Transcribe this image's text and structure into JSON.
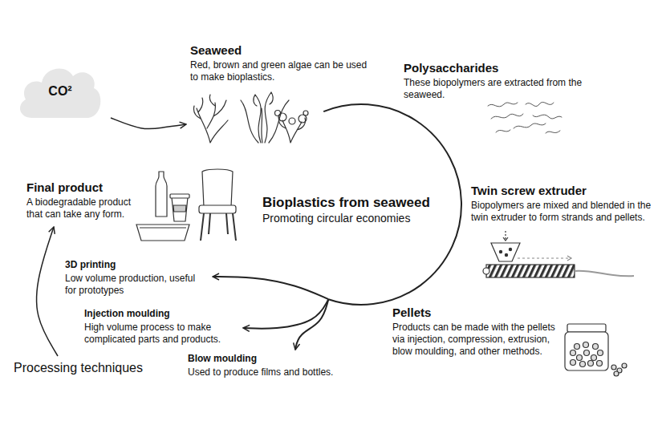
{
  "diagram": {
    "nodes": [
      {
        "text": [
          "CO²"
        ]
      },
      {
        "text": [
          "Seaweed",
          "Red, brown and green algae can be used to make bioplastics."
        ]
      },
      {
        "text": [
          "Polysaccharides",
          "These biopolymers are extracted from the seaweed."
        ]
      },
      {
        "text": [
          "Final product",
          "A biodegradable product that can take any form."
        ]
      },
      {
        "text": [
          "Bioplastics from seaweed",
          "Promoting circular economies"
        ]
      },
      {
        "text": [
          "Twin screw extruder",
          "Biopolymers are mixed and blended in the twin extruder to form strands and pellets."
        ]
      },
      {
        "text": [
          "3D printing",
          "Low volume production, useful for prototypes"
        ]
      },
      {
        "text": [
          "Injection moulding",
          "High volume process to make complicated parts and products."
        ]
      },
      {
        "text": [
          "Pellets",
          "Products can be made with the pellets via injection, compression, extrusion, blow moulding, and other methods."
        ]
      },
      {
        "text": [
          "Blow moulding",
          "Used to produce films and bottles."
        ]
      },
      {
        "text": [
          "Processing techniques"
        ]
      }
    ],
    "edges": [
      {
        "from": 0,
        "to": 1,
        "arrow": "to"
      },
      {
        "from": 4,
        "to": 6,
        "arrow": "to"
      },
      {
        "from": 4,
        "to": 7,
        "arrow": "to"
      },
      {
        "from": 4,
        "to": 9,
        "arrow": "to"
      },
      {
        "from": 10,
        "to": 3,
        "arrow": "to"
      }
    ]
  }
}
